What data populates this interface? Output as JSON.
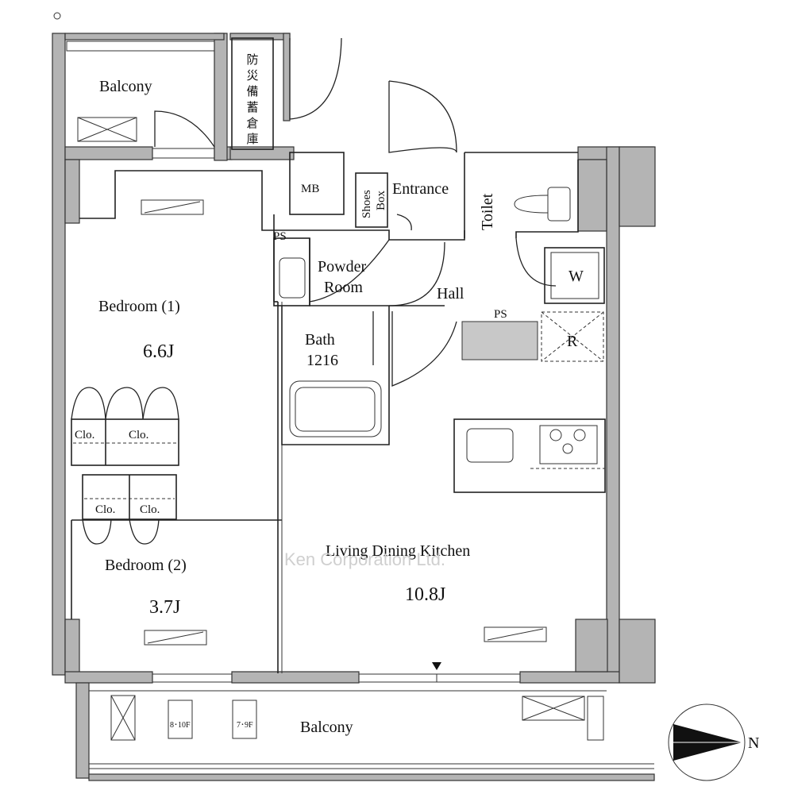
{
  "rooms": {
    "balcony_top": "Balcony",
    "storage_1": "防",
    "storage_2": "災",
    "storage_3": "備",
    "storage_4": "蓄",
    "storage_5": "倉",
    "storage_6": "庫",
    "mb": "MB",
    "shoes_box_1": "Shoes",
    "shoes_box_2": "Box",
    "entrance": "Entrance",
    "toilet": "Toilet",
    "ps_1": "PS",
    "powder_1": "Powder",
    "powder_2": "Room",
    "hall": "Hall",
    "washer": "W",
    "ps_2": "PS",
    "fridge": "R",
    "bath_1": "Bath",
    "bath_2": "1216",
    "bedroom1_name": "Bedroom (1)",
    "bedroom1_size": "6.6J",
    "closet_1": "Clo.",
    "closet_2": "Clo.",
    "closet_3": "Clo.",
    "closet_4": "Clo.",
    "bedroom2_name": "Bedroom (2)",
    "bedroom2_size": "3.7J",
    "ldk_name": "Living Dining Kitchen",
    "ldk_size": "10.8J",
    "balcony_bottom": "Balcony",
    "hatch_1": "8･10F",
    "hatch_2": "7･9F"
  },
  "compass": {
    "label": "N"
  },
  "watermark": "Ken Corporation Ltd.",
  "colors": {
    "wall": "#b4b4b4",
    "line": "#222222",
    "shade": "#c8c8c8"
  }
}
